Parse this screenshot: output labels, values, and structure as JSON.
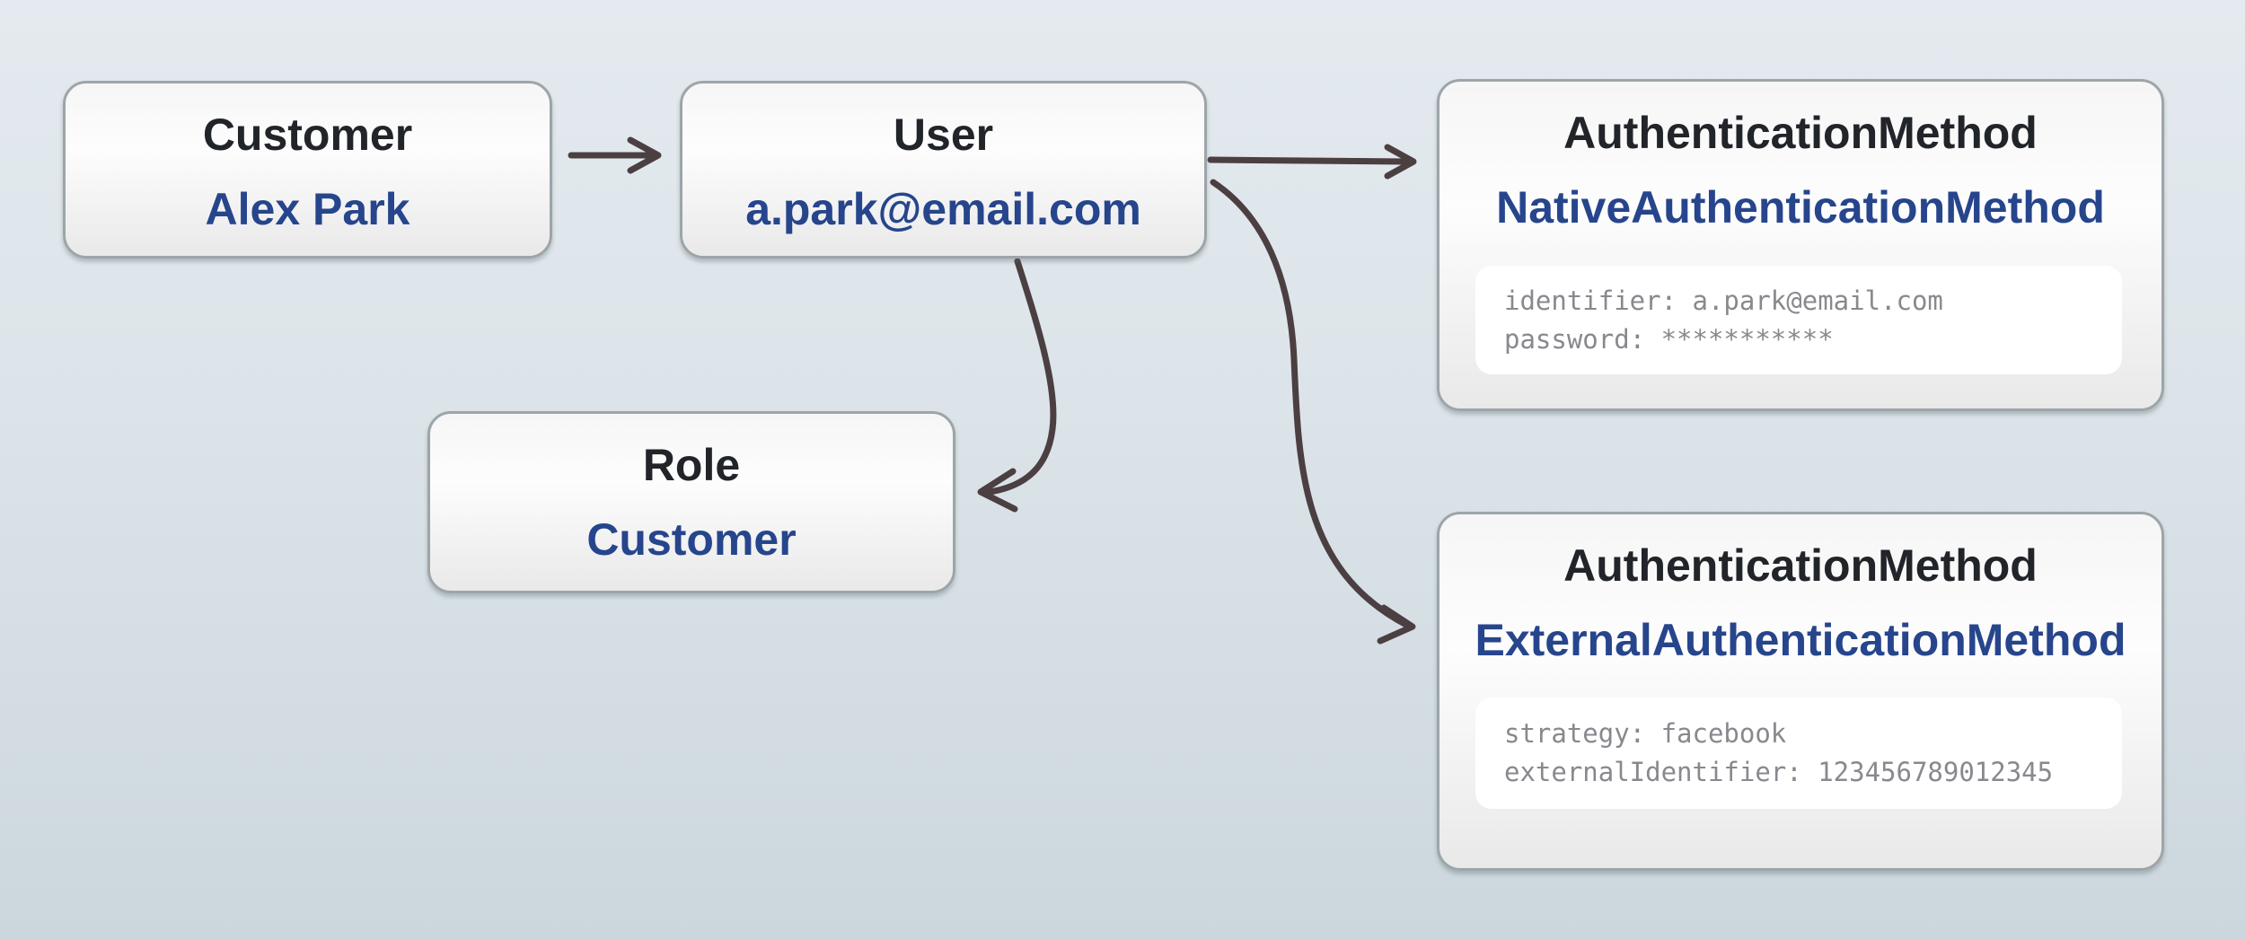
{
  "diagram": {
    "nodes": [
      {
        "id": "customer",
        "title": "Customer",
        "value": "Alex Park"
      },
      {
        "id": "user",
        "title": "User",
        "value": "a.park@email.com"
      },
      {
        "id": "role",
        "title": "Role",
        "value": "Customer"
      },
      {
        "id": "auth_native",
        "title": "AuthenticationMethod",
        "value": "NativeAuthenticationMethod",
        "attributes": [
          "identifier: a.park@email.com",
          "password: ***********"
        ]
      },
      {
        "id": "auth_external",
        "title": "AuthenticationMethod",
        "value": "ExternalAuthenticationMethod",
        "attributes": [
          "strategy: facebook",
          "externalIdentifier: 123456789012345"
        ]
      }
    ],
    "edges": [
      {
        "from": "customer",
        "to": "user"
      },
      {
        "from": "user",
        "to": "auth_native"
      },
      {
        "from": "user",
        "to": "role"
      },
      {
        "from": "user",
        "to": "auth_external"
      }
    ]
  },
  "colors": {
    "bg-top": "#e4eaef",
    "bg-bottom": "#ccd7dd",
    "node-border": "#9da5a9",
    "title-text": "#212429",
    "accent-blue": "#26458c",
    "attr-text": "#87898e",
    "arrow": "#4b3f41",
    "panel-bg": "#ffffff"
  }
}
